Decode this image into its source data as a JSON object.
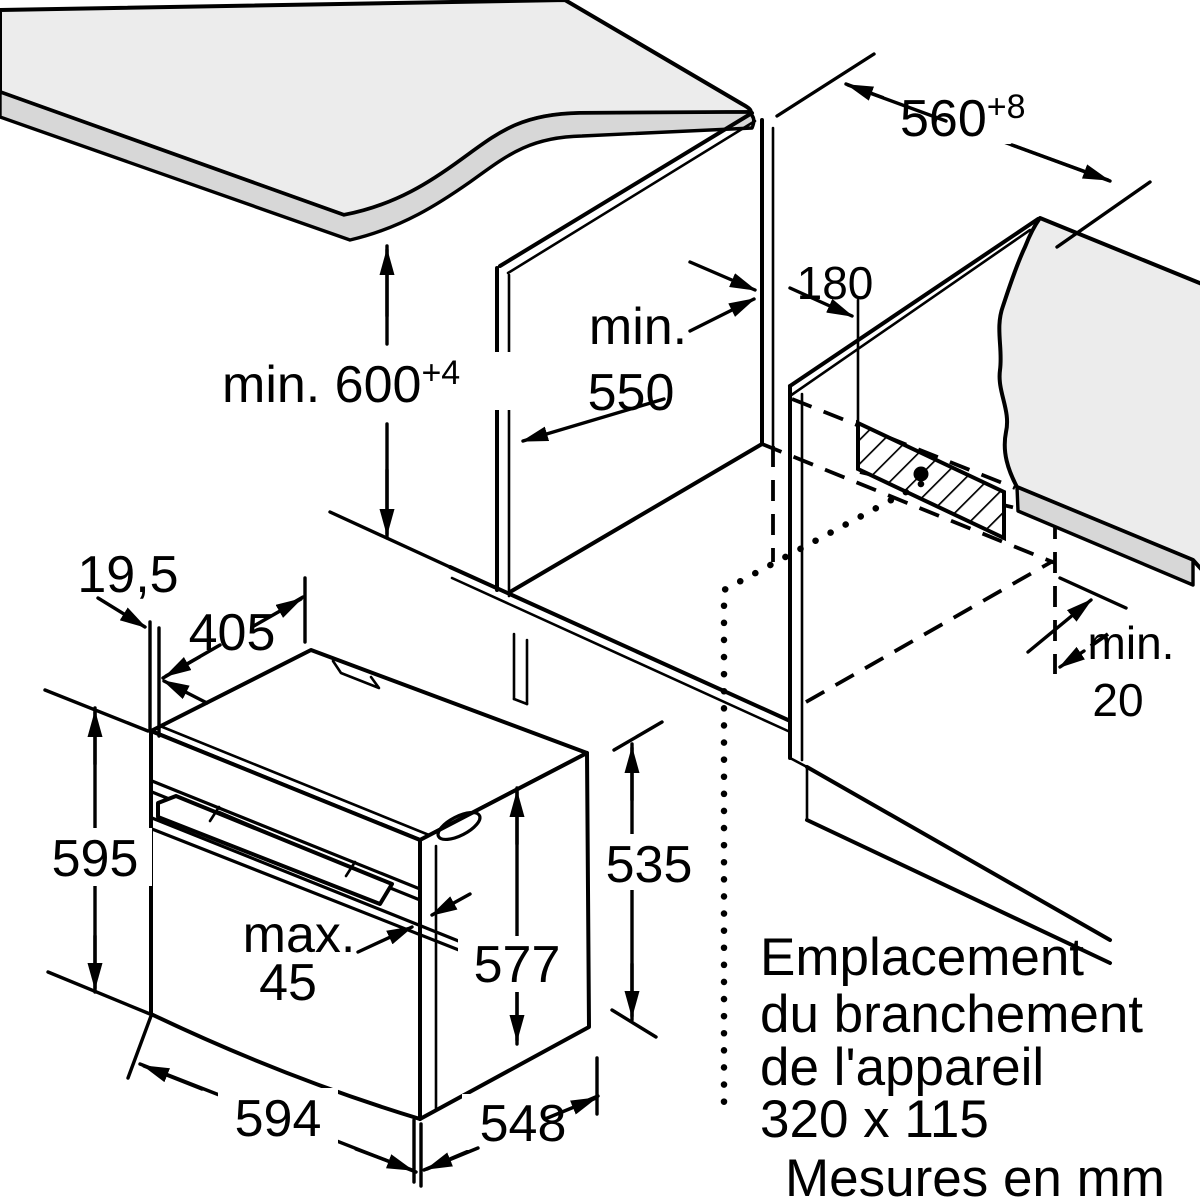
{
  "diagram": {
    "type": "appliance-installation-drawing",
    "units_note": "Mesures en mm",
    "connection_note": {
      "line1": "Emplacement",
      "line2": "du branchement",
      "line3": "de l'appareil",
      "line4": "320 x 115"
    },
    "dims": {
      "niche_depth_top": {
        "main": "560",
        "sup": "+8"
      },
      "connection_offset": "180",
      "niche_front_depth": {
        "line1": "min.",
        "line2": "550"
      },
      "niche_height": {
        "main": "min. 600",
        "sup": "+4"
      },
      "front_overhang": "19,5",
      "top_depth": "405",
      "rear_clearance": {
        "line1": "min.",
        "line2": "20"
      },
      "front_height": "595",
      "panel_recess": {
        "line1": "max.",
        "line2": "45"
      },
      "body_height": "577",
      "rear_height": "535",
      "width": "594",
      "body_depth": "548"
    },
    "colors": {
      "line": "#000000",
      "surface_light": "#ececec",
      "surface_edge": "#d7d7d7",
      "background": "#ffffff"
    }
  }
}
